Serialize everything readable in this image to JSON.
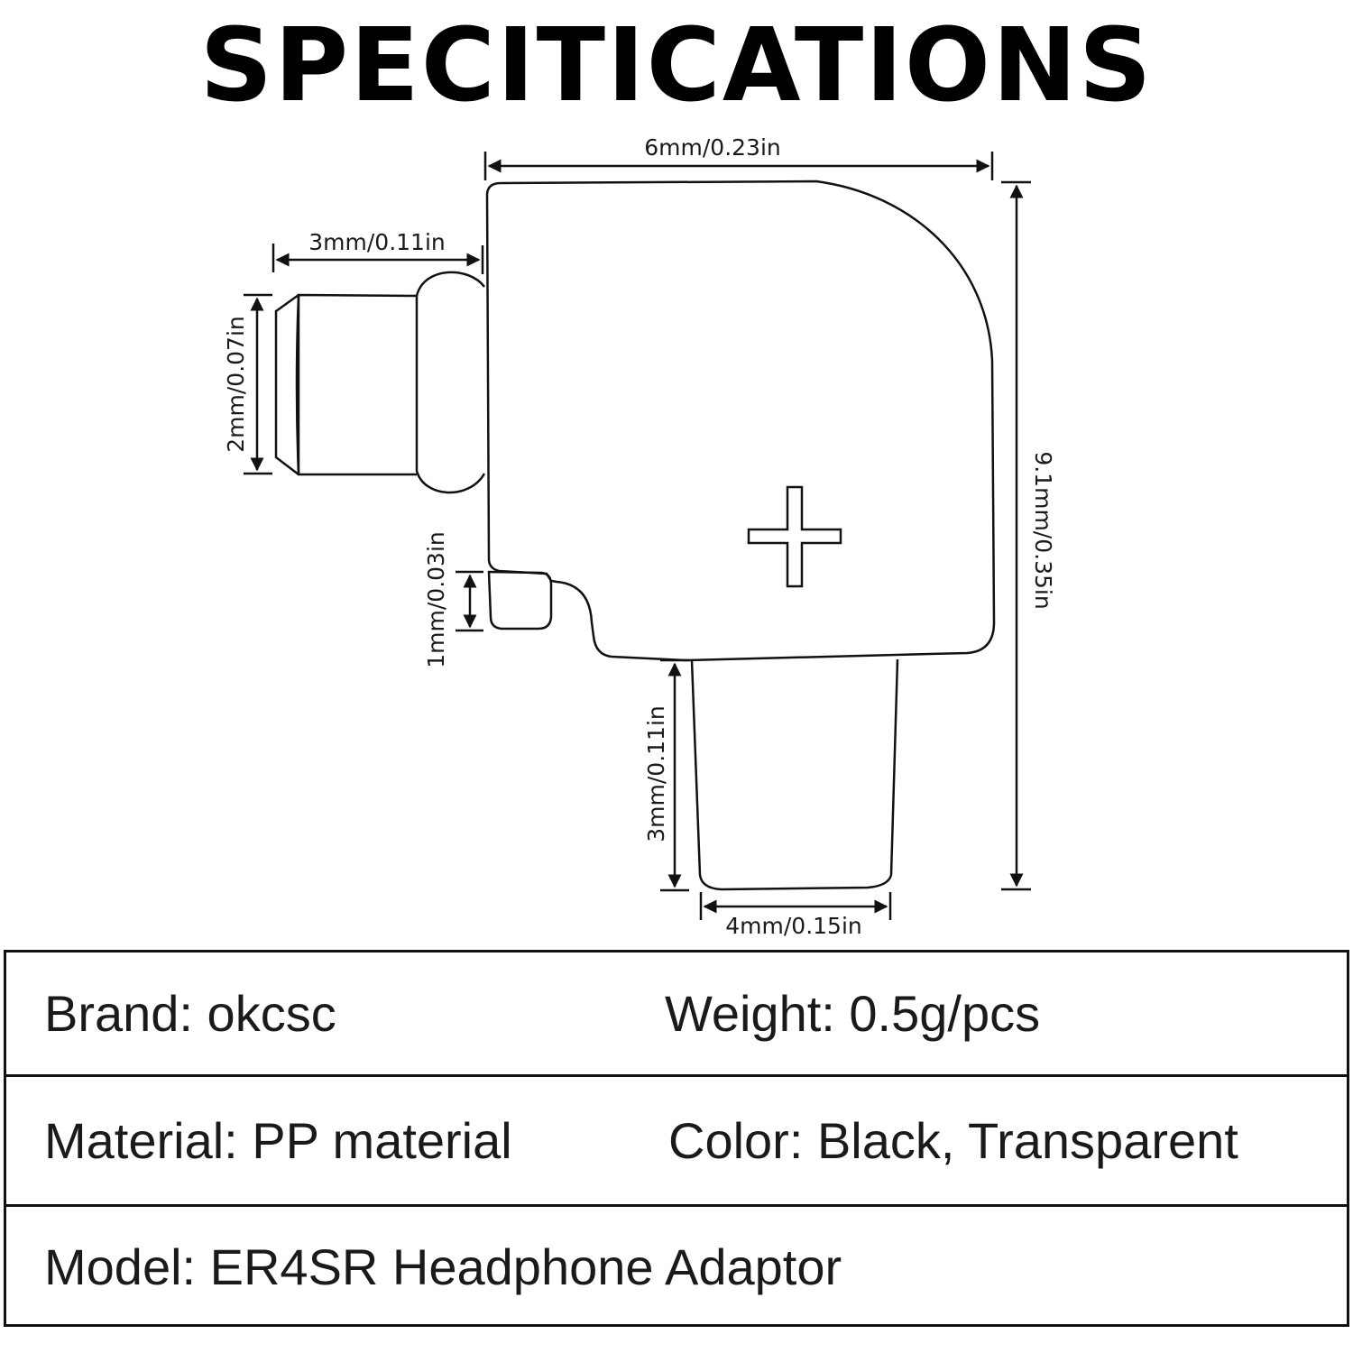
{
  "header": {
    "title": "SPECITICATIONS"
  },
  "diagram": {
    "subject": "ER4SR headphone adaptor (right-angle)",
    "dimensions": {
      "total_width": "6mm/0.23in",
      "pin_length": "3mm/0.11in",
      "pin_diameter": "2mm/0.07in",
      "tab_height": "1mm/0.03in",
      "total_height": "9.1mm/0.35in",
      "socket_length": "3mm/0.11in",
      "socket_width": "4mm/0.15in"
    },
    "marking_icon": "plus-sign",
    "line_color": "#111111"
  },
  "specs": {
    "rows": [
      {
        "left": "Brand: okcsc",
        "right": "Weight: 0.5g/pcs"
      },
      {
        "left": "Material: PP material",
        "right": "Color: Black, Transparent"
      },
      {
        "left": "Model: ER4SR Headphone Adaptor"
      }
    ]
  }
}
